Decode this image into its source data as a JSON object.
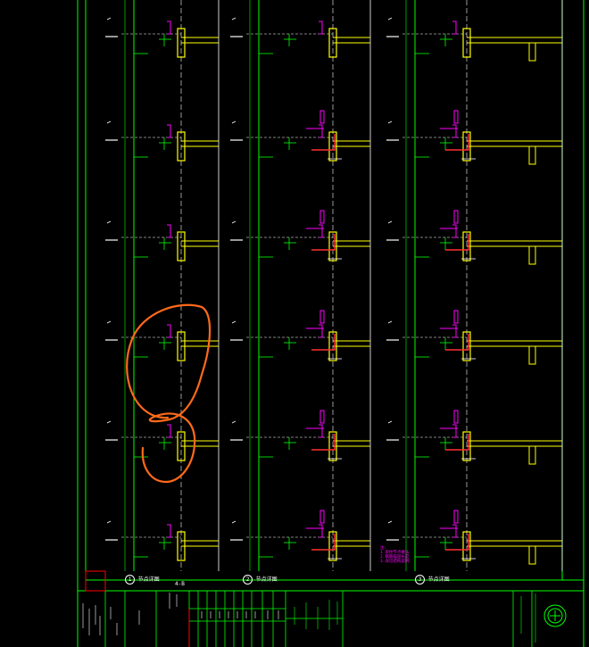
{
  "app": {
    "title": "CAD drawing viewer",
    "background": "#000000"
  },
  "colors": {
    "frame": "#00ff00",
    "grid_axis": "#ffffff",
    "column": "#ffff00",
    "rebar": "#ff3030",
    "dimension": "#ff00ff",
    "markup": "#ff6a1a",
    "text": "#ffffff",
    "title_red": "#ff0000"
  },
  "sections": [
    {
      "number": "1",
      "label": "节点详图"
    },
    {
      "number": "2",
      "label": "节点详图"
    },
    {
      "number": "3",
      "label": "节点详图"
    }
  ],
  "axis_tag": "4-B",
  "note_lines": [
    "注:",
    "1.梁柱节点做法",
    "2.钢筋锚固长度",
    "3.详见结构说明"
  ],
  "icons": {
    "seal": "seal-icon",
    "pen_markup": "freehand-circle-icon"
  }
}
